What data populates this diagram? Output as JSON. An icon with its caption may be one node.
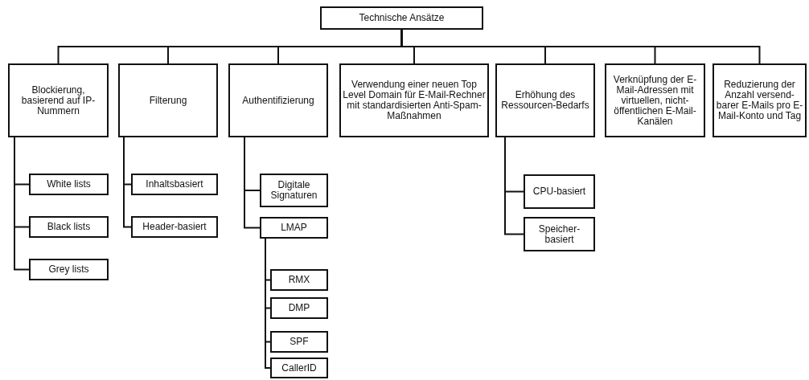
{
  "diagram": {
    "nodes": [
      {
        "text": [
          "Technische Ansätze"
        ]
      },
      {
        "text": [
          "Blockierung, basierend auf IP-Nummern"
        ]
      },
      {
        "text": [
          "Filterung"
        ]
      },
      {
        "text": [
          "Authentifizierung"
        ]
      },
      {
        "text": [
          "Verwendung einer neuen Top Level Domain für E-Mail-Rechner mit standardisierten Anti-Spam-Maßnahmen"
        ]
      },
      {
        "text": [
          "Erhöhung des Ressourcen-Bedarfs"
        ]
      },
      {
        "text": [
          "Verknüpfung der E-Mail-Adressen mit virtuellen, nicht-öffentlichen E-Mail-Kanälen"
        ]
      },
      {
        "text": [
          "Reduzierung der Anzahl versend-barer E-Mails pro E-Mail-Konto und Tag"
        ]
      },
      {
        "text": [
          "White lists"
        ]
      },
      {
        "text": [
          "Black lists"
        ]
      },
      {
        "text": [
          "Grey lists"
        ]
      },
      {
        "text": [
          "Inhaltsbasiert"
        ]
      },
      {
        "text": [
          "Header-basiert"
        ]
      },
      {
        "text": [
          "Digitale Signaturen"
        ]
      },
      {
        "text": [
          "LMAP"
        ]
      },
      {
        "text": [
          "RMX"
        ]
      },
      {
        "text": [
          "DMP"
        ]
      },
      {
        "text": [
          "SPF"
        ]
      },
      {
        "text": [
          "CallerID"
        ]
      },
      {
        "text": [
          "CPU-basiert"
        ]
      },
      {
        "text": [
          "Speicher-basiert"
        ]
      }
    ],
    "edges": [
      {
        "from": 0,
        "to": 1,
        "arrow": "none"
      },
      {
        "from": 0,
        "to": 2,
        "arrow": "none"
      },
      {
        "from": 0,
        "to": 3,
        "arrow": "none"
      },
      {
        "from": 0,
        "to": 4,
        "arrow": "none"
      },
      {
        "from": 0,
        "to": 5,
        "arrow": "none"
      },
      {
        "from": 0,
        "to": 6,
        "arrow": "none"
      },
      {
        "from": 0,
        "to": 7,
        "arrow": "none"
      },
      {
        "from": 1,
        "to": 8,
        "arrow": "none"
      },
      {
        "from": 1,
        "to": 9,
        "arrow": "none"
      },
      {
        "from": 1,
        "to": 10,
        "arrow": "none"
      },
      {
        "from": 2,
        "to": 11,
        "arrow": "none"
      },
      {
        "from": 2,
        "to": 12,
        "arrow": "none"
      },
      {
        "from": 3,
        "to": 13,
        "arrow": "none"
      },
      {
        "from": 3,
        "to": 14,
        "arrow": "none"
      },
      {
        "from": 14,
        "to": 15,
        "arrow": "none"
      },
      {
        "from": 14,
        "to": 16,
        "arrow": "none"
      },
      {
        "from": 14,
        "to": 17,
        "arrow": "none"
      },
      {
        "from": 14,
        "to": 18,
        "arrow": "none"
      },
      {
        "from": 5,
        "to": 19,
        "arrow": "none"
      },
      {
        "from": 5,
        "to": 20,
        "arrow": "none"
      }
    ]
  }
}
